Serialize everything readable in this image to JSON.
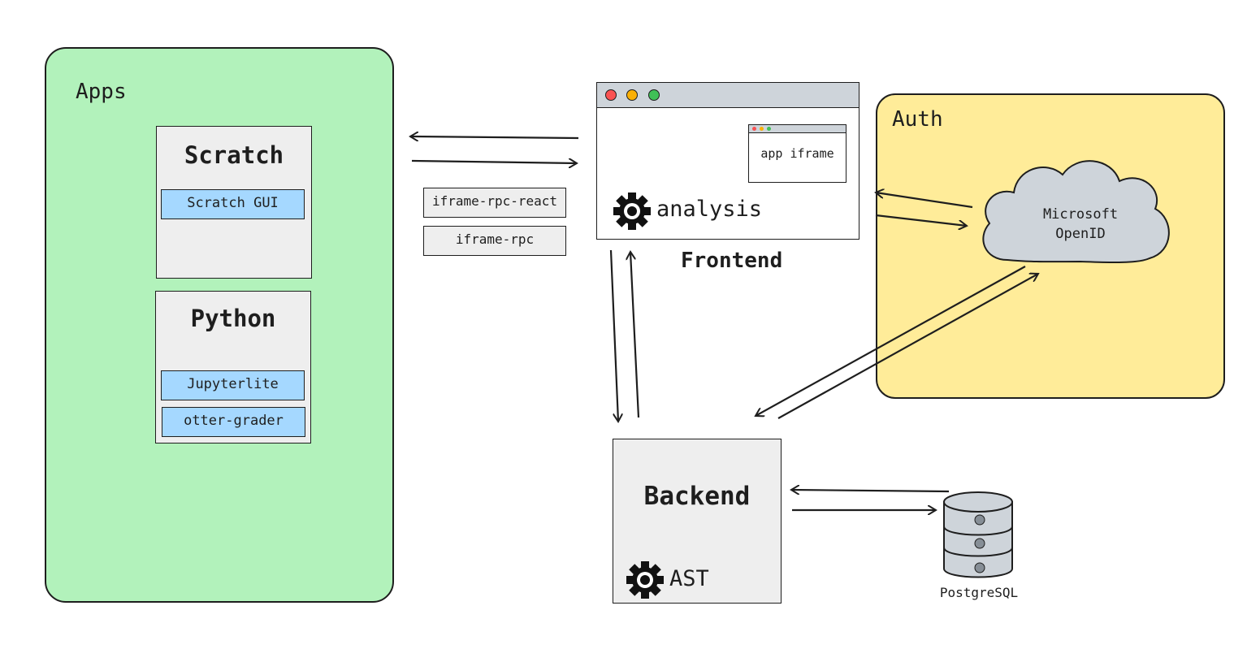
{
  "apps": {
    "label": "Apps",
    "scratch": {
      "title": "Scratch",
      "chips": [
        "Scratch GUI"
      ]
    },
    "python": {
      "title": "Python",
      "chips": [
        "Jupyterlite",
        "otter-grader"
      ]
    }
  },
  "libraries": [
    "iframe-rpc-react",
    "iframe-rpc"
  ],
  "frontend": {
    "label": "Frontend",
    "iframe_label": "app iframe",
    "service_label": "analysis",
    "window_dots": [
      "#fa5252",
      "#fab005",
      "#40c057"
    ]
  },
  "auth": {
    "label": "Auth",
    "provider": [
      "Microsoft",
      "OpenID"
    ]
  },
  "backend": {
    "label": "Backend",
    "service_label": "AST"
  },
  "database": {
    "label": "PostgreSQL"
  },
  "colors": {
    "apps_fill": "#b2f2bb",
    "auth_fill": "#ffec99",
    "chip_fill": "#a5d8ff",
    "card_fill": "#eeeeee",
    "cloud_fill": "#ced4da"
  }
}
